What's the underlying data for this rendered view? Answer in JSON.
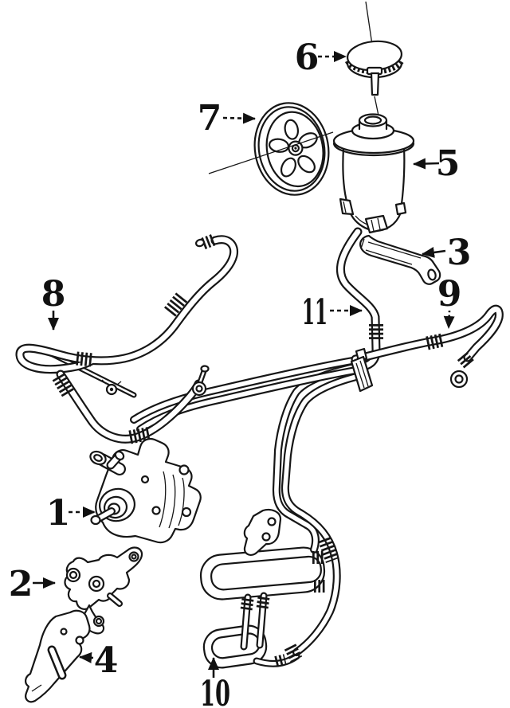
{
  "page": {
    "type": "exploded-parts-line-diagram",
    "background": "#ffffff",
    "ink": "#161616"
  },
  "callouts": [
    {
      "number": "1"
    },
    {
      "number": "2"
    },
    {
      "number": "3"
    },
    {
      "number": "4"
    },
    {
      "number": "5"
    },
    {
      "number": "6"
    },
    {
      "number": "7"
    },
    {
      "number": "8"
    },
    {
      "number": "9"
    },
    {
      "number": "10"
    },
    {
      "number": "11"
    }
  ]
}
